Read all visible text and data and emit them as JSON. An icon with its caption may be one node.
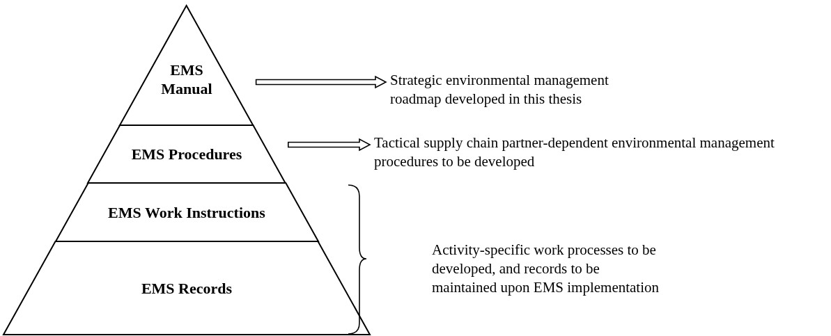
{
  "diagram": {
    "nodes": [
      {
        "text": [
          "EMS Manual"
        ]
      },
      {
        "text": [
          "EMS Procedures"
        ]
      },
      {
        "text": [
          "EMS Work Instructions"
        ]
      },
      {
        "text": [
          "EMS Records"
        ]
      },
      {
        "text": [
          "Strategic environmental management roadmap developed in this thesis"
        ]
      },
      {
        "text": [
          "Tactical supply chain partner-dependent environmental management procedures to be developed"
        ]
      }
    ],
    "edges": [
      {
        "from": 0,
        "to": 4,
        "arrow": "to"
      },
      {
        "from": 1,
        "to": 5,
        "arrow": "to"
      }
    ],
    "labels": [
      "Activity-specific work processes to be developed, and records to be maintained upon EMS implementation"
    ]
  }
}
